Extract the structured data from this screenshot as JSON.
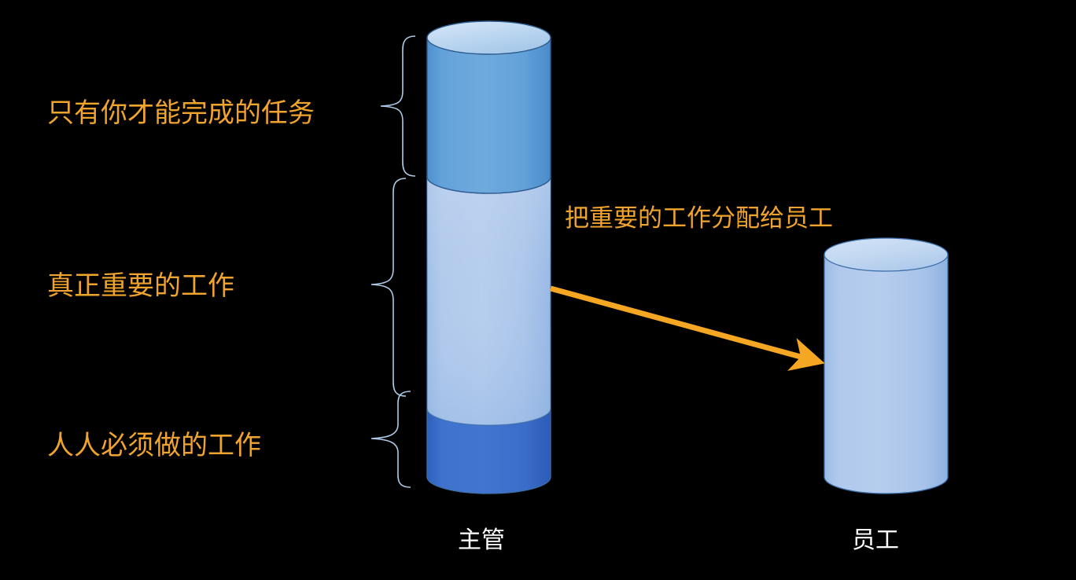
{
  "slide": {
    "background_color": "#000000",
    "title_text": "",
    "accent_gold": "#F0A42E",
    "brace_color": "#AFC9E8",
    "arrow_color": "#F5A623",
    "label_white": "#FFFFFF"
  },
  "segment_labels": [
    {
      "text": "只有你才能完成的任务",
      "color": "#F0A42E"
    },
    {
      "text": "真正重要的工作",
      "color": "#F0A42E"
    },
    {
      "text": "人人必须做的工作",
      "color": "#F0A42E"
    }
  ],
  "arrow": {
    "label": "把重要的工作分配给员工",
    "color": "#F5A623",
    "from": "主管",
    "to": "员工"
  },
  "cylinders": [
    {
      "name": "主管",
      "caption": "主管",
      "segments": [
        {
          "label_ref": "只有你才能完成的任务",
          "fill_top": "#6FAADD",
          "fill_bottom": "#4E91CE",
          "cap_color": "#C4DCF2"
        },
        {
          "label_ref": "真正重要的工作",
          "fill_top": "#B6CEEC",
          "fill_bottom": "#9DBCE6",
          "cap_color": "#DCE9F8"
        },
        {
          "label_ref": "人人必须做的工作",
          "fill_top": "#3E71CD",
          "fill_bottom": "#3C6FC9",
          "cap_color": "#A9BFE4"
        }
      ]
    },
    {
      "name": "员工",
      "caption": "员工",
      "segments": [
        {
          "label_ref": "",
          "fill_top": "#B4CDEC",
          "fill_bottom": "#9CBCE7",
          "cap_color": "#CCDFF6"
        }
      ]
    }
  ]
}
